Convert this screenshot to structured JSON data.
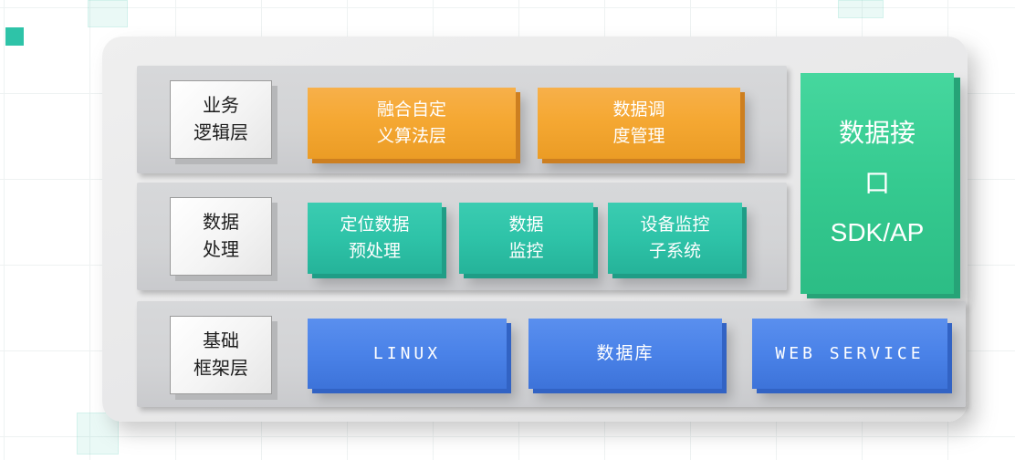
{
  "colors": {
    "orange": "#f5a833",
    "orange_dark": "#cd7f20",
    "teal": "#2ec3a8",
    "teal_dark": "#1f9d86",
    "green": "#35ca90",
    "green_dark": "#26a377",
    "blue": "#4a82e8",
    "blue_dark": "#3263c4",
    "panel_gray": "#e8e8e9",
    "row_gray": "#d2d3d5"
  },
  "layers": {
    "business": {
      "label": "业务\n逻辑层",
      "boxes": [
        {
          "text": "融合自定\n义算法层"
        },
        {
          "text": "数据调\n度管理"
        }
      ]
    },
    "processing": {
      "label": "数据\n处理",
      "boxes": [
        {
          "text": "定位数据\n预处理"
        },
        {
          "text": "数据\n监控"
        },
        {
          "text": "设备监控\n子系统"
        }
      ]
    },
    "framework": {
      "label": "基础\n框架层",
      "boxes": [
        {
          "text": "LINUX"
        },
        {
          "text": "数据库"
        },
        {
          "text": "WEB SERVICE"
        }
      ]
    },
    "interface": {
      "text": "数据接\n口\nSDK/AP"
    }
  }
}
